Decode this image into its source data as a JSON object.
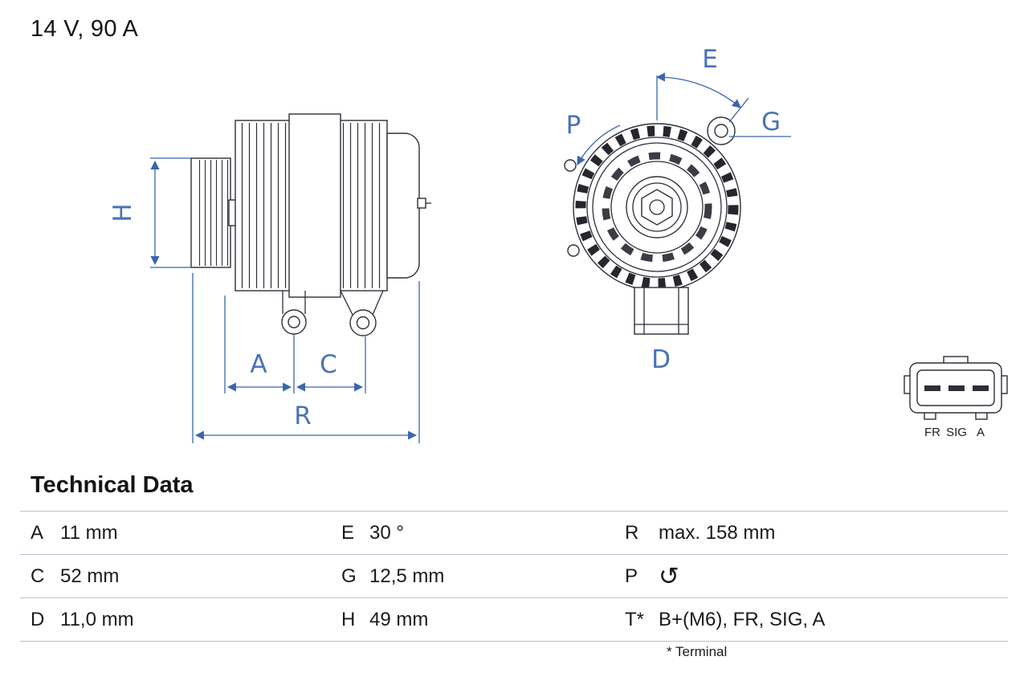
{
  "header": {
    "rating": "14 V, 90 A"
  },
  "drawing": {
    "dim_labels": {
      "H": "H",
      "A": "A",
      "C": "C",
      "R": "R",
      "E": "E",
      "P": "P",
      "G": "G",
      "D": "D"
    },
    "connector": {
      "pin1": "FR",
      "pin2": "SIG",
      "pin3": "A"
    },
    "accent_color": "#3a66ae",
    "outline_color": "#2e2e38"
  },
  "table": {
    "title": "Technical Data",
    "rows": [
      {
        "k1": "A",
        "v1": "11 mm",
        "k2": "E",
        "v2": "30 °",
        "k3": "R",
        "v3": "max. 158 mm"
      },
      {
        "k1": "C",
        "v1": "52 mm",
        "k2": "G",
        "v2": "12,5 mm",
        "k3": "P",
        "v3": "↺"
      },
      {
        "k1": "D",
        "v1": "11,0 mm",
        "k2": "H",
        "v2": "49 mm",
        "k3": "T*",
        "v3": "B+(M6), FR, SIG, A"
      }
    ],
    "footnote": "* Terminal"
  }
}
